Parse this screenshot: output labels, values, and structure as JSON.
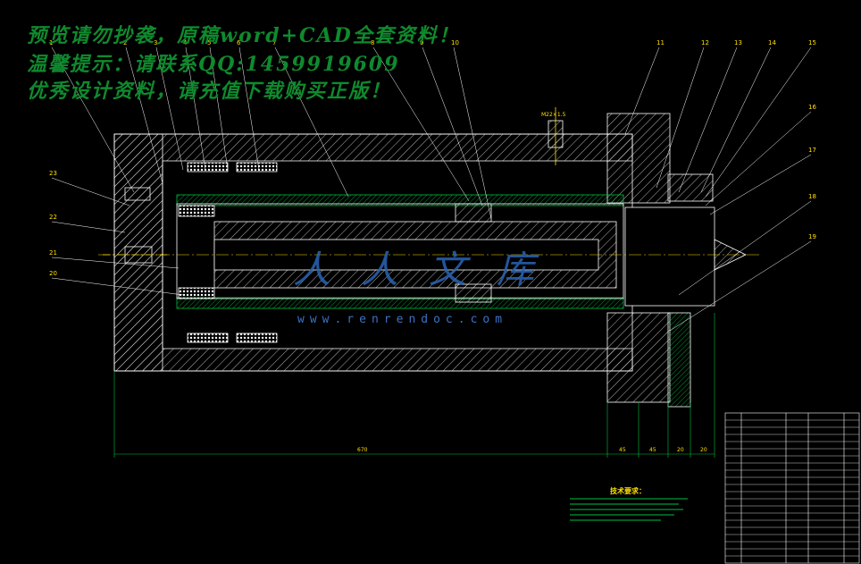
{
  "watermark": {
    "line1": "预览请勿抄袭，原稿word+CAD全套资料！",
    "line2": "温馨提示：请联系QQ:1459919609",
    "line3": "优秀设计资料，请充值下载购买正版！"
  },
  "site": {
    "logo": "人人文库",
    "url": "www.renrendoc.com"
  },
  "tech": {
    "title": "技术要求："
  },
  "thread_label": "M22×1.5",
  "balloons": [
    "1",
    "2",
    "3",
    "4",
    "5",
    "6",
    "7",
    "8",
    "9",
    "10",
    "11",
    "12",
    "13",
    "14",
    "15",
    "16",
    "17",
    "18",
    "19",
    "20",
    "21",
    "22",
    "23"
  ],
  "dimensions": [
    "670",
    "45",
    "45",
    "20",
    "20"
  ],
  "colors": {
    "background": "#000000",
    "outline": "#ffffff",
    "hatch": "#ffffff",
    "center": "#ffe000",
    "shaft": "#00c040",
    "leader": "#ffffff",
    "balloon": "#ffe000",
    "watermark": "#0f8a2e",
    "logo": "#2a64b5"
  }
}
